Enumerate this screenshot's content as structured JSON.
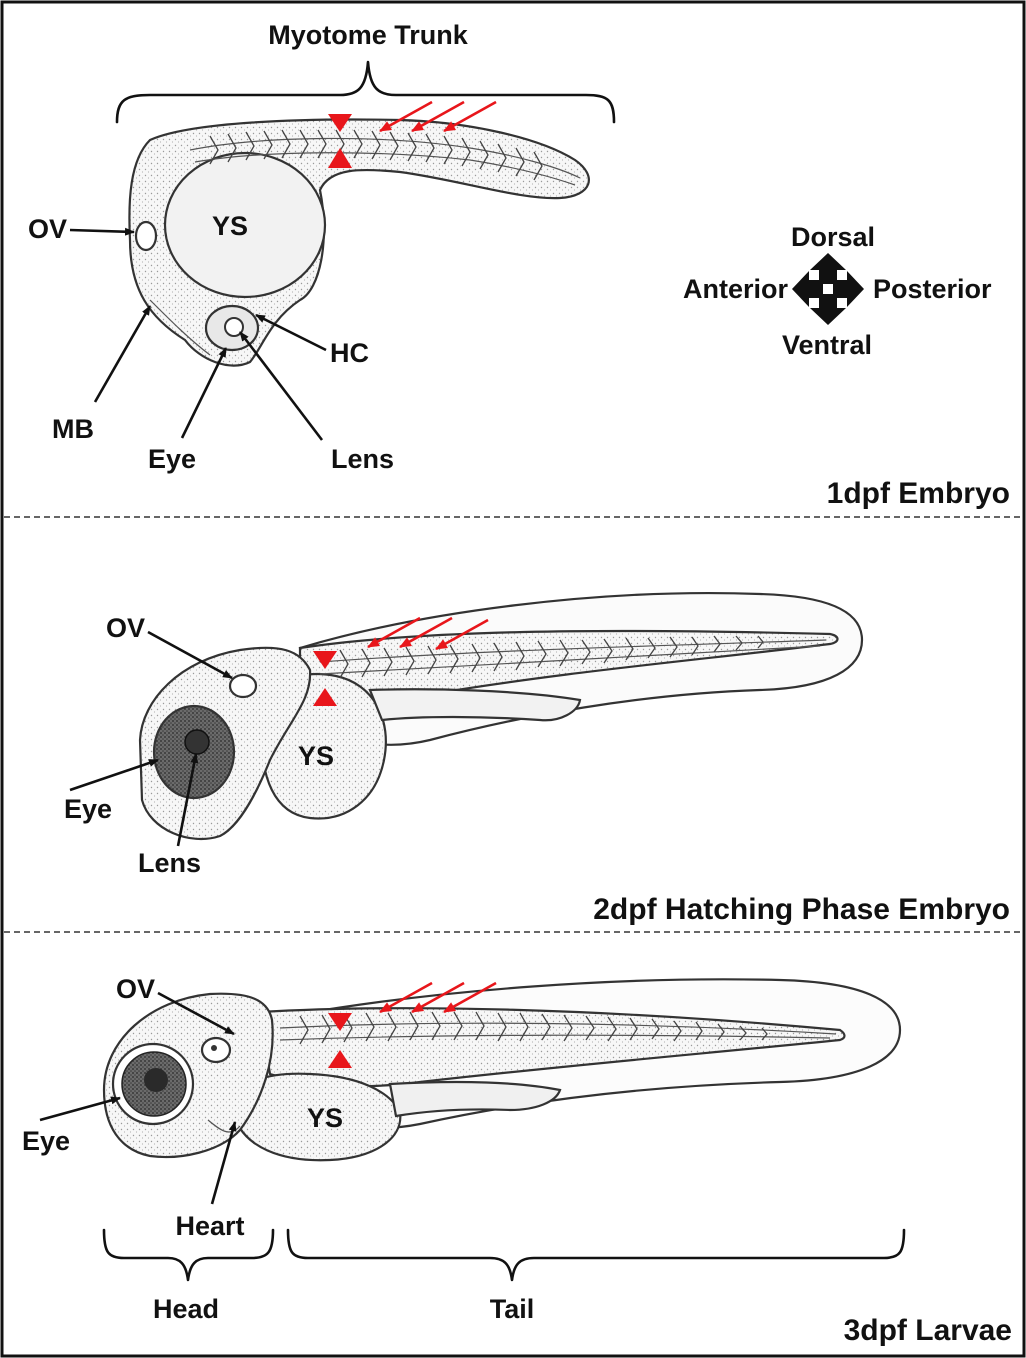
{
  "panels": [
    {
      "title": "1dpf Embryo",
      "labels": {
        "myotome_trunk": "Myotome Trunk",
        "ov": "OV",
        "ys": "YS",
        "hc": "HC",
        "mb": "MB",
        "eye": "Eye",
        "lens": "Lens"
      }
    },
    {
      "title": "2dpf Hatching Phase Embryo",
      "labels": {
        "ov": "OV",
        "ys": "YS",
        "eye": "Eye",
        "lens": "Lens"
      }
    },
    {
      "title": "3dpf Larvae",
      "labels": {
        "ov": "OV",
        "ys": "YS",
        "eye": "Eye",
        "heart": "Heart",
        "head": "Head",
        "tail": "Tail"
      }
    }
  ],
  "compass": {
    "dorsal": "Dorsal",
    "ventral": "Ventral",
    "anterior": "Anterior",
    "posterior": "Posterior"
  },
  "colors": {
    "annotation_red": "#e8161b",
    "ink": "#111111",
    "background": "#ffffff"
  }
}
